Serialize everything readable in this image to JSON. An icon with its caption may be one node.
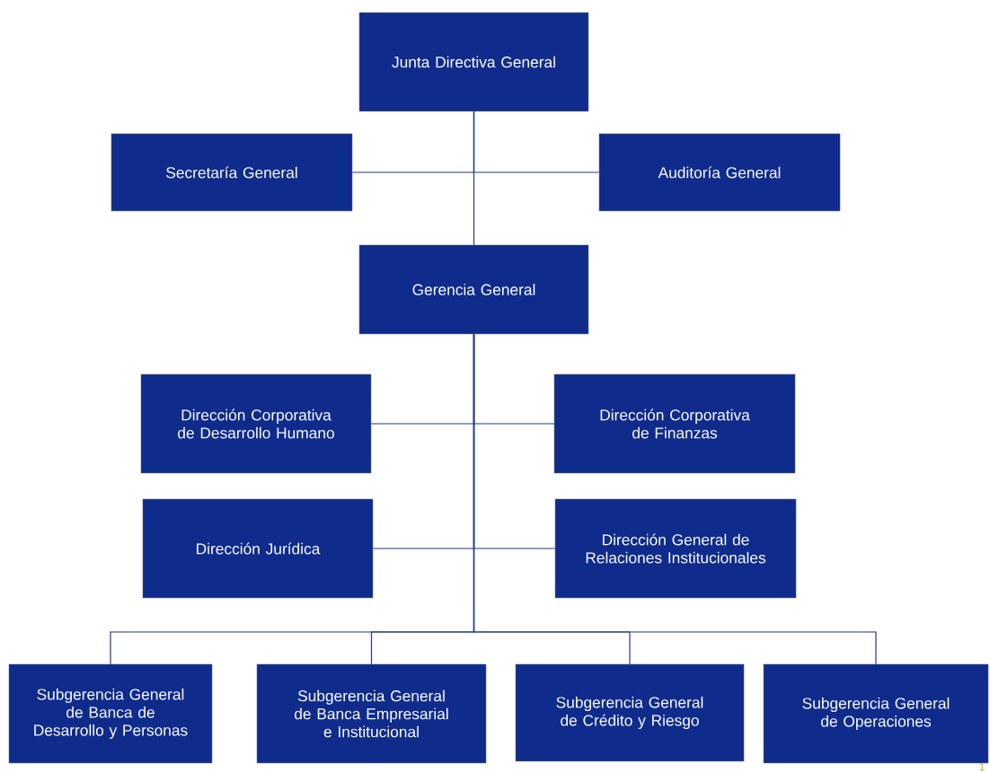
{
  "diagram": {
    "nodes": [
      {
        "text": [
          "Junta Directiva General"
        ]
      },
      {
        "text": [
          "Secretaría General"
        ]
      },
      {
        "text": [
          "Auditoría General"
        ]
      },
      {
        "text": [
          "Gerencia General"
        ]
      },
      {
        "text": [
          "Dirección Corporativa de Desarrollo Humano"
        ]
      },
      {
        "text": [
          "Dirección Corporativa de Finanzas"
        ]
      },
      {
        "text": [
          "Dirección Jurídica"
        ]
      },
      {
        "text": [
          "Dirección General de Relaciones Institucionales"
        ]
      },
      {
        "text": [
          "Subgerencia General de Banca de Desarrollo y Personas"
        ]
      },
      {
        "text": [
          "Subgerencia General de Banca Empresarial e Institucional"
        ]
      },
      {
        "text": [
          "Subgerencia General de Crédito y Riesgo"
        ]
      },
      {
        "text": [
          "Subgerencia General de Operaciones"
        ]
      }
    ],
    "edges": [
      {
        "from": 0,
        "to": 1,
        "arrow": "none"
      },
      {
        "from": 0,
        "to": 2,
        "arrow": "none"
      },
      {
        "from": 0,
        "to": 3,
        "arrow": "none"
      },
      {
        "from": 3,
        "to": 4,
        "arrow": "none"
      },
      {
        "from": 3,
        "to": 5,
        "arrow": "none"
      },
      {
        "from": 3,
        "to": 6,
        "arrow": "none"
      },
      {
        "from": 3,
        "to": 7,
        "arrow": "none"
      },
      {
        "from": 3,
        "to": 8,
        "arrow": "none"
      },
      {
        "from": 3,
        "to": 9,
        "arrow": "none"
      },
      {
        "from": 3,
        "to": 10,
        "arrow": "none"
      },
      {
        "from": 3,
        "to": 11,
        "arrow": "none"
      }
    ],
    "labels": [
      "1"
    ]
  }
}
